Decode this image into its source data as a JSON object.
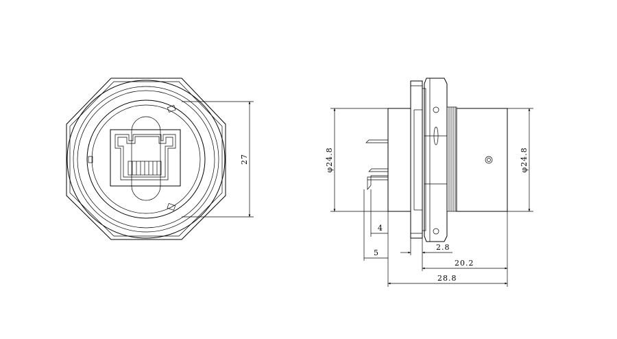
{
  "front_view": {
    "dim_height": "27"
  },
  "side_view": {
    "dim_body_diameter_left": "φ24.8",
    "dim_body_diameter_right": "φ24.8",
    "dim_pin_short": "4",
    "dim_pin_long": "5",
    "dim_flange": "2.8",
    "dim_body_length": "20.2",
    "dim_total_length": "28.8"
  },
  "colors": {
    "line": "#000000",
    "background": "#ffffff"
  }
}
